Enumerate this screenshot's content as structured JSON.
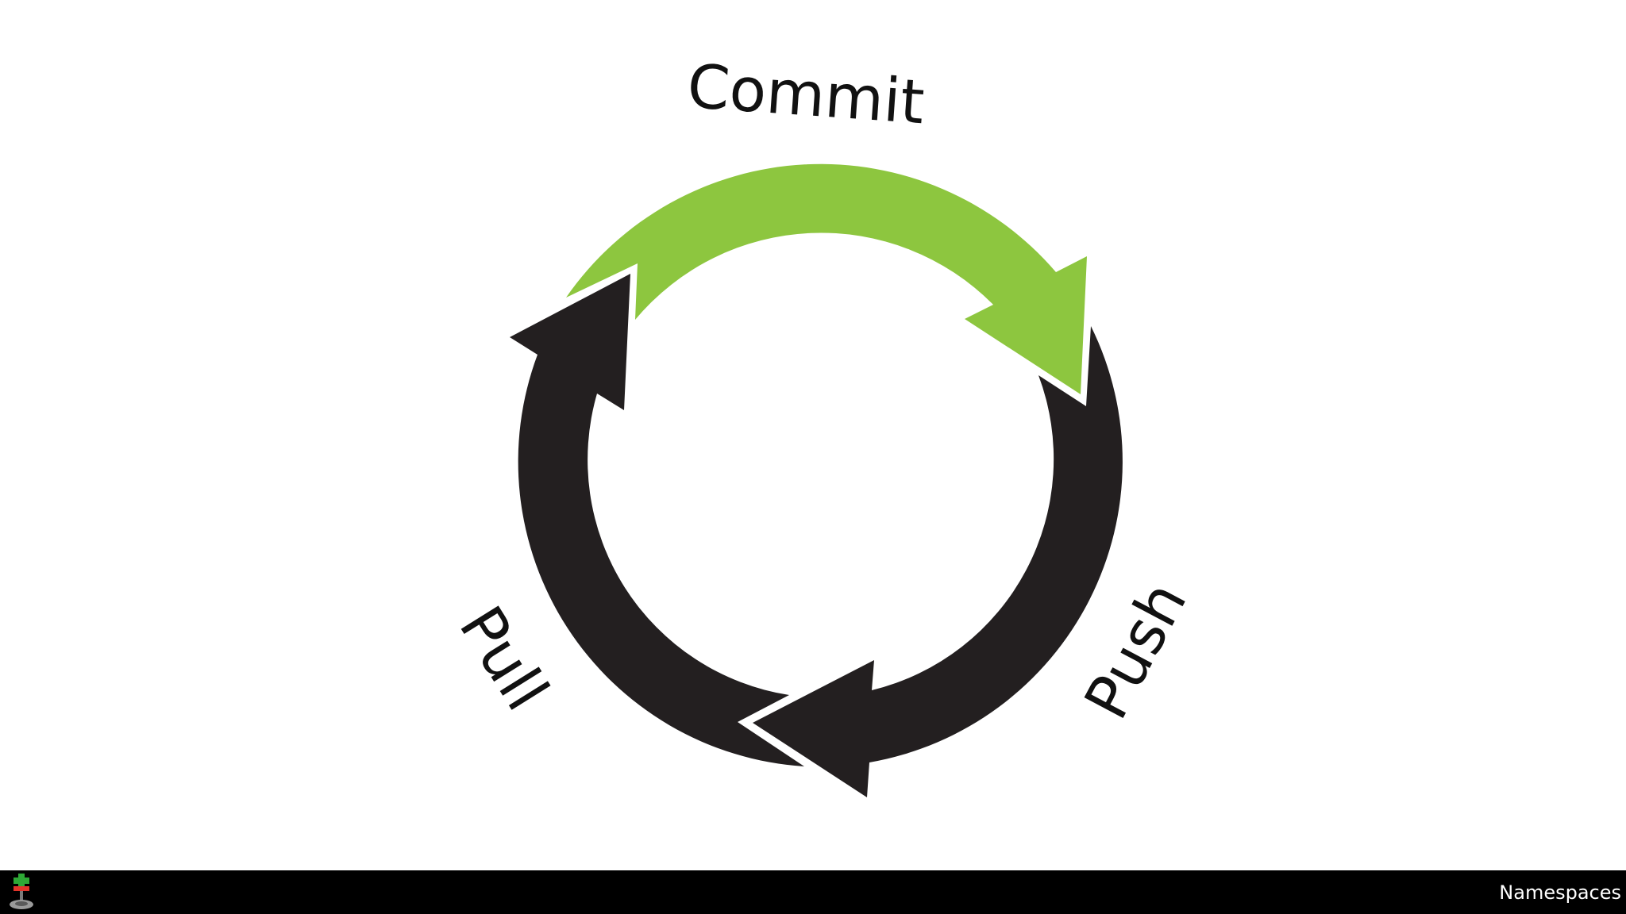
{
  "diagram": {
    "labels": {
      "commit": "Commit",
      "push": "Push",
      "pull": "Pull"
    },
    "colors": {
      "commit_arrow": "#8dc63f",
      "push_pull_arrows": "#231f20"
    }
  },
  "footer": {
    "title": "Namespaces",
    "logo_icon": "plus-minus-pin-icon"
  }
}
